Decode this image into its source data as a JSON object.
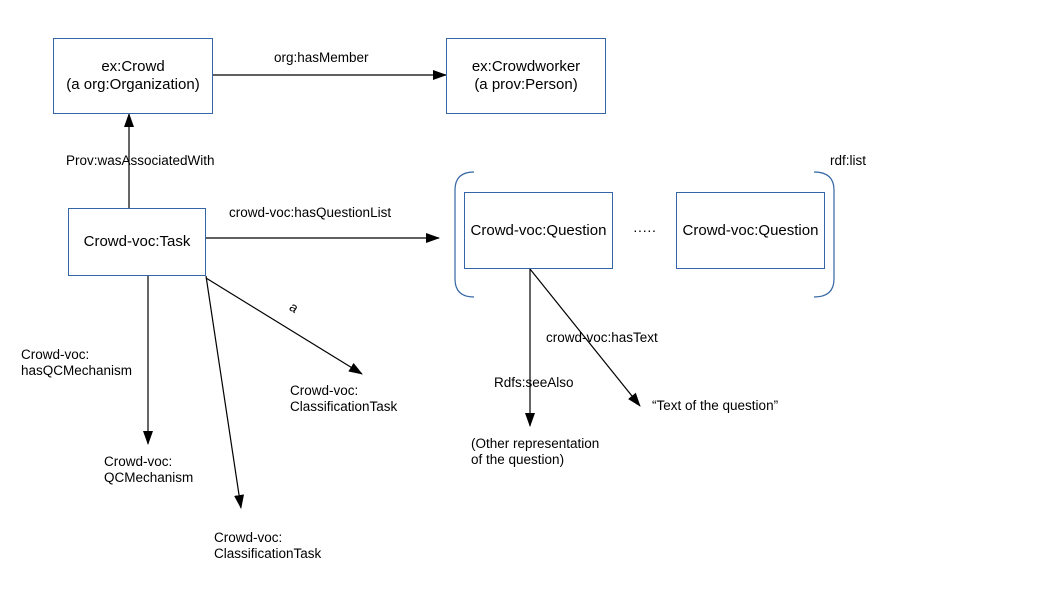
{
  "nodes": {
    "crowd": {
      "line1": "ex:Crowd",
      "line2": "(a org:Organization)"
    },
    "crowdworker": {
      "line1": "ex:Crowdworker",
      "line2": "(a prov:Person)"
    },
    "task": "Crowd-voc:Task",
    "question1": "Crowd-voc:Question",
    "question2": "Crowd-voc:Question",
    "ellipsis": "·····"
  },
  "edges": {
    "has_member": "org:hasMember",
    "was_associated_with": "Prov:wasAssociatedWith",
    "has_question_list": "crowd-voc:hasQuestionList",
    "rdf_list": "rdf:list",
    "type_a": "a",
    "has_qc_mechanism": "Crowd-voc:\nhasQCMechanism",
    "has_text": "crowd-voc:hasText",
    "see_also": "Rdfs:seeAlso"
  },
  "targets": {
    "classification_task_right": "Crowd-voc:\nClassificationTask",
    "qc_mechanism": "Crowd-voc:\nQCMechanism",
    "classification_task_bottom": "Crowd-voc:\nClassificationTask",
    "question_text": "“Text of the question”",
    "other_representation": "(Other representation\nof the question)"
  },
  "colors": {
    "node_border": "#3465a4",
    "line": "#000000"
  }
}
